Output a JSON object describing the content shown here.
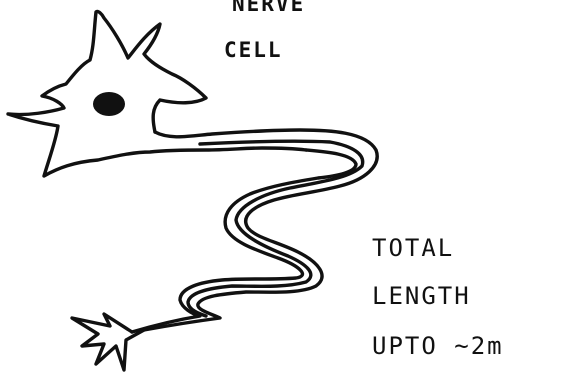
{
  "title": {
    "line1": "NERVE",
    "line2": "CELL"
  },
  "note": {
    "line1": "TOTAL",
    "line2": "LENGTH",
    "line3": "UPTO ~2m"
  },
  "colors": {
    "ink": "#111111",
    "background": "#ffffff"
  }
}
